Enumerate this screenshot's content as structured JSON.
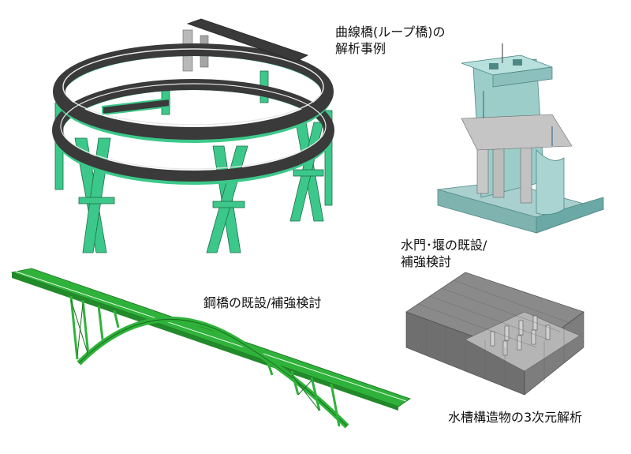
{
  "captions": {
    "loop_line1": "曲線橋(ループ橋)の",
    "loop_line2": "解析事例",
    "gate_line1": "水門･堰の既設/",
    "gate_line2": "補強検討",
    "steel": "鋼橋の既設/補強検討",
    "tank": "水槽構造物の3次元解析"
  },
  "colors": {
    "green": "#3cc88a",
    "green_dark": "#1f8f5b",
    "deck": "#3a3a3a",
    "teal": "#9ccdc9",
    "teal_dark": "#6aa9a5",
    "bridge_green": "#2fb23a",
    "mesh": "#7d7d7d"
  }
}
